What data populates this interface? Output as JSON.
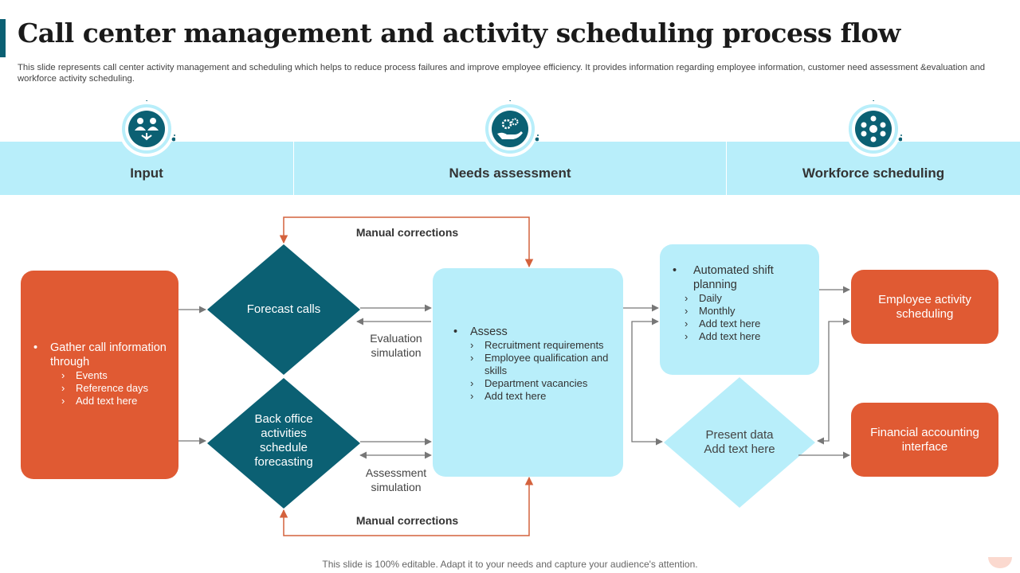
{
  "title": "Call center management and activity scheduling process flow",
  "subtitle": "This slide represents call center activity management and scheduling which helps to reduce process failures and improve employee efficiency. It provides information regarding employee information, customer need assessment &evaluation and workforce activity  scheduling.",
  "stages": [
    {
      "label": "Input",
      "icon": "people-exchange-icon"
    },
    {
      "label": "Needs assessment",
      "icon": "gears-hand-icon"
    },
    {
      "label": "Workforce scheduling",
      "icon": "team-network-icon"
    }
  ],
  "input_box": {
    "bullet": "Gather call information through",
    "items": [
      "Events",
      "Reference  days",
      "Add text here"
    ]
  },
  "forecast_calls": "Forecast calls",
  "back_office": "Back office activities schedule forecasting",
  "assess_box": {
    "bullet": "Assess",
    "items": [
      "Recruitment requirements",
      "Employee qualification and skills",
      "Department  vacancies",
      "Add text here"
    ]
  },
  "shift_box": {
    "bullet": "Automated shift planning",
    "items": [
      "Daily",
      "Monthly",
      "Add text here",
      "Add text here"
    ]
  },
  "present_data": "Present data Add text here",
  "employee_scheduling": "Employee activity scheduling",
  "financial_interface": "Financial accounting interface",
  "labels": {
    "manual_top": "Manual corrections",
    "manual_bottom": "Manual corrections",
    "evaluation": "Evaluation simulation",
    "assessment": "Assessment simulation"
  },
  "footer": "This slide is 100% editable. Adapt it to your needs and capture your audience's attention.",
  "colors": {
    "orange": "#e05a33",
    "teal": "#0b6073",
    "light_blue": "#b8eefa",
    "connector": "#777777",
    "correction": "#d4623d"
  }
}
